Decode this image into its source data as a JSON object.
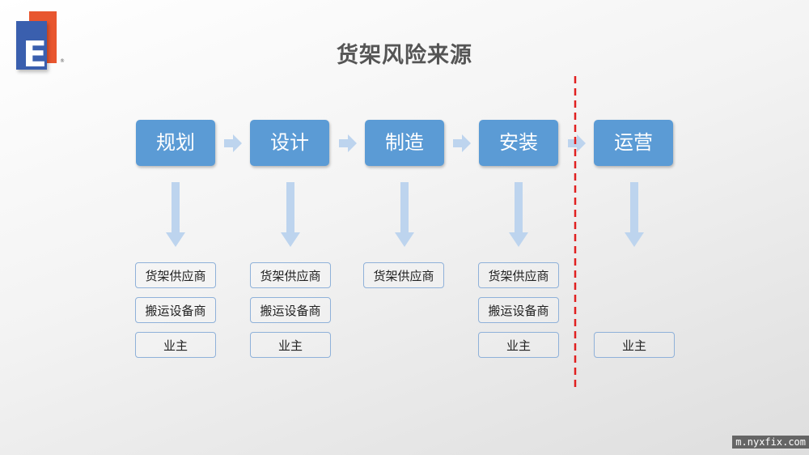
{
  "logo": {
    "letter": "E",
    "mark": "®",
    "colors": {
      "primary": "#3a5fae",
      "accent": "#e8562f"
    }
  },
  "title": "货架风险来源",
  "stages": [
    {
      "label": "规划",
      "parties": [
        "货架供应商",
        "搬运设备商",
        "业主"
      ]
    },
    {
      "label": "设计",
      "parties": [
        "货架供应商",
        "搬运设备商",
        "业主"
      ]
    },
    {
      "label": "制造",
      "parties": [
        "货架供应商"
      ]
    },
    {
      "label": "安装",
      "parties": [
        "货架供应商",
        "搬运设备商",
        "业主"
      ]
    },
    {
      "label": "运营",
      "parties": [
        "",
        "",
        "业主"
      ]
    }
  ],
  "colors": {
    "stage_fill": "#5b9bd5",
    "arrow_fill": "#bdd4ee",
    "box_border": "#8fb1d9",
    "divider": "#e02020"
  },
  "watermark": "m.nyxfix.com"
}
